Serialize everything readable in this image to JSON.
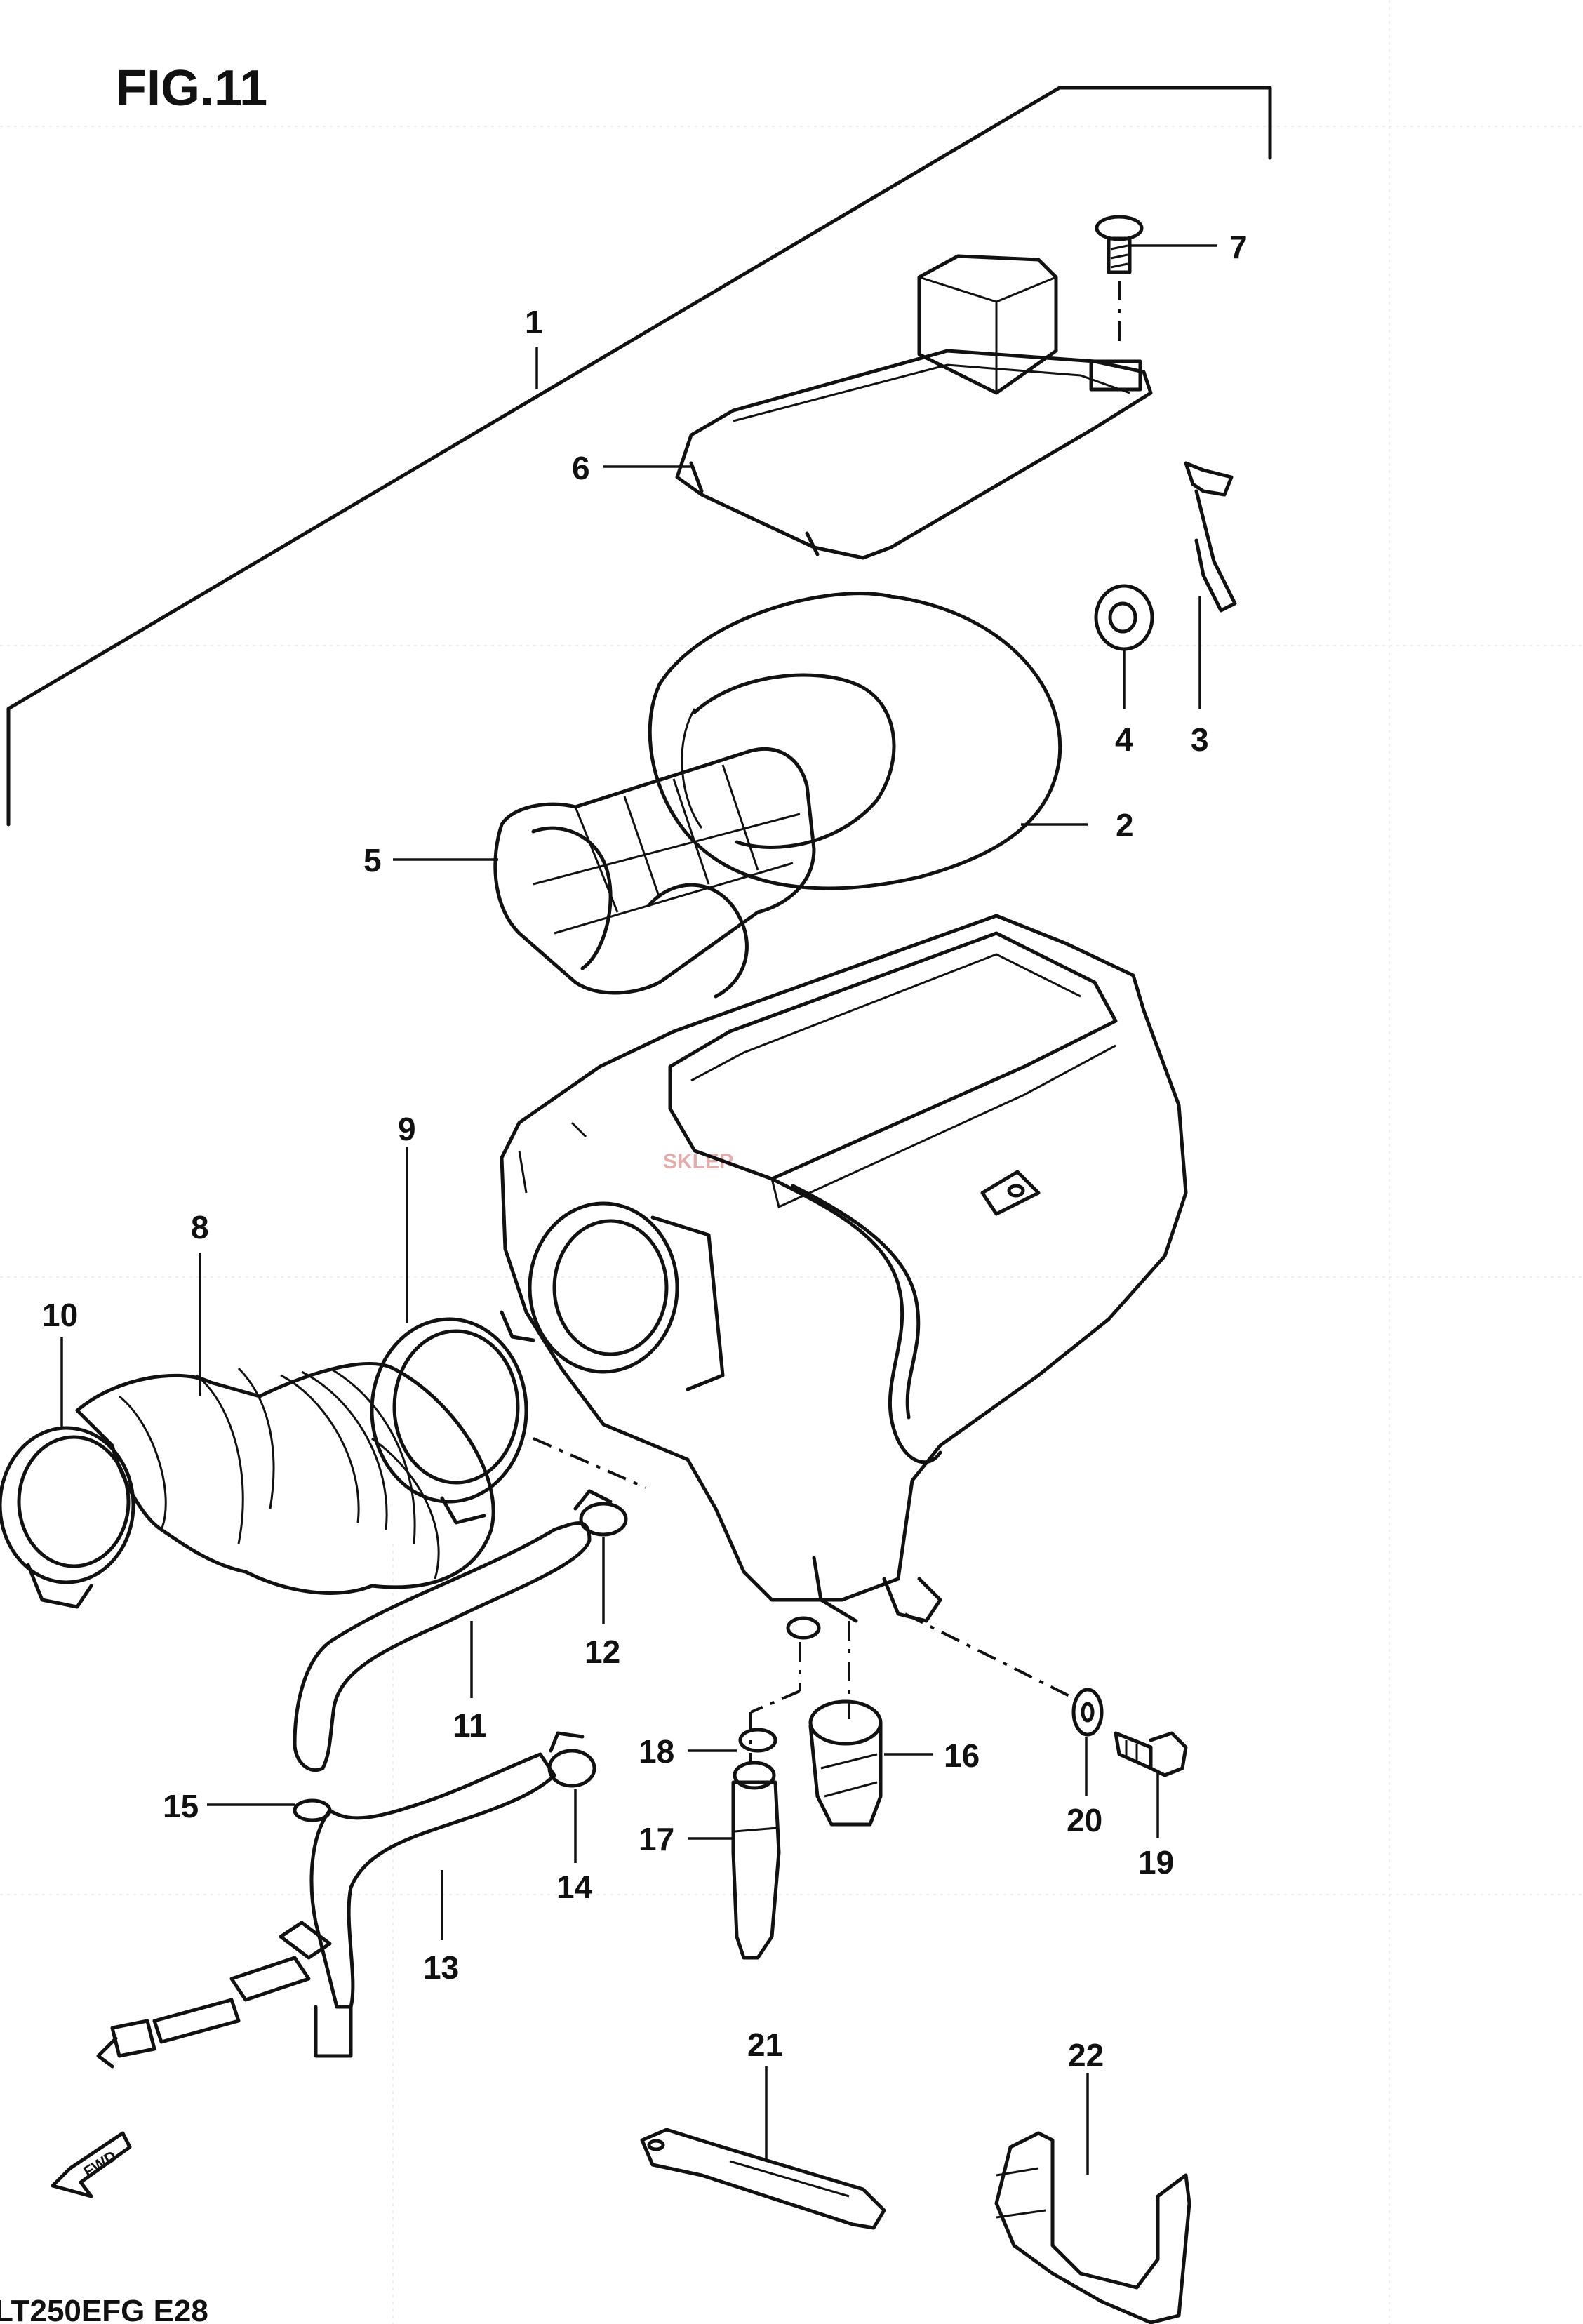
{
  "figure": {
    "title": "FIG.11",
    "footer_code": "LT250EFG E28",
    "watermark": "SKLEP"
  },
  "callouts": [
    "1",
    "2",
    "3",
    "4",
    "5",
    "6",
    "7",
    "8",
    "9",
    "10",
    "11",
    "12",
    "13",
    "14",
    "15",
    "16",
    "17",
    "18",
    "19",
    "20",
    "21",
    "22"
  ],
  "fwd_label": "FWD",
  "colors": {
    "ink": "#111111",
    "paper": "#ffffff",
    "watermark": "#d88a8a"
  }
}
